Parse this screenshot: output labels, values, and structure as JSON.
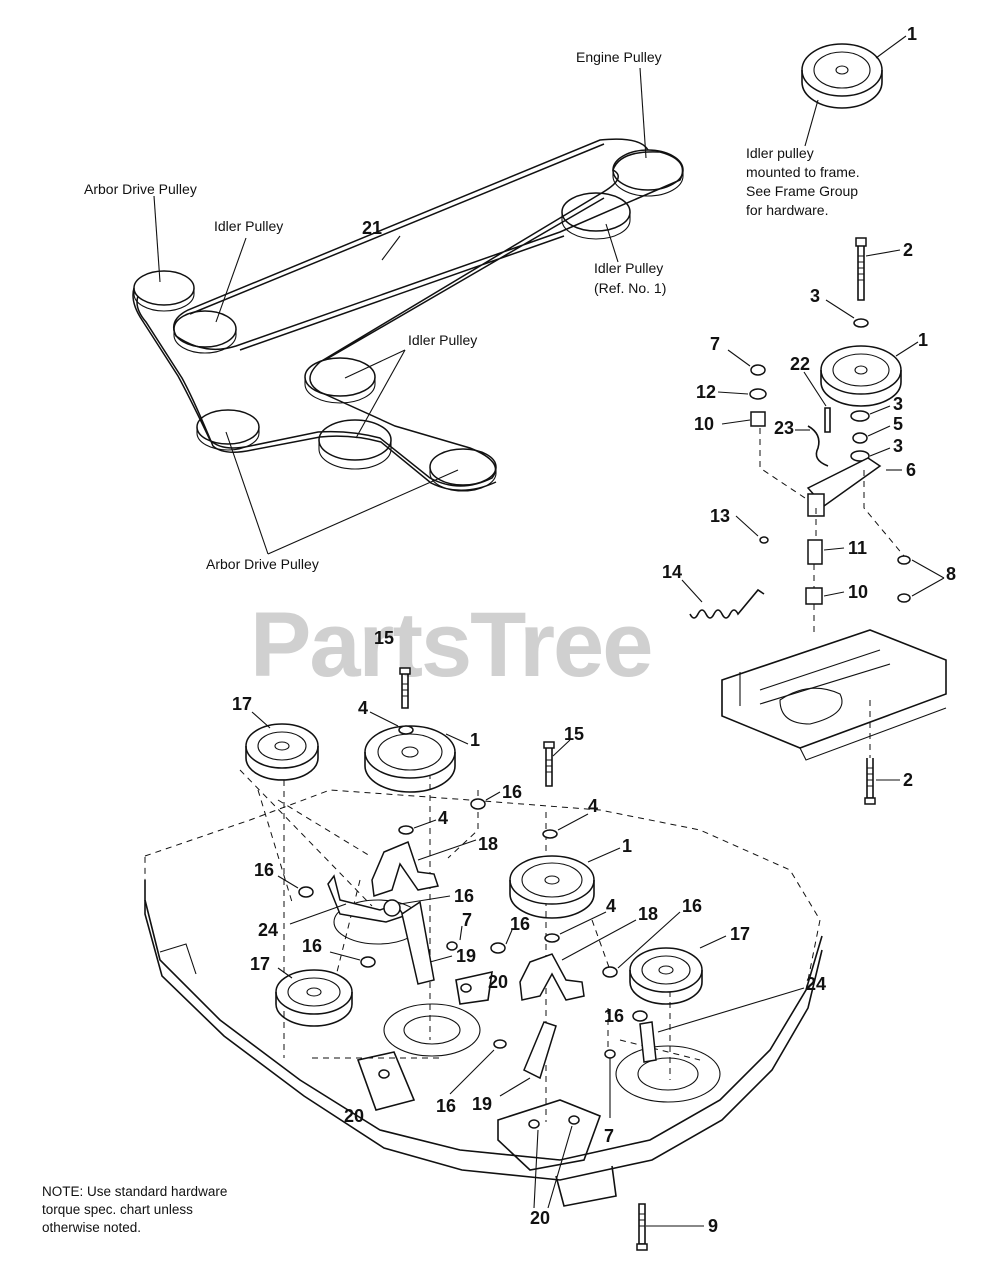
{
  "belt_labels": {
    "engine_pulley": "Engine Pulley",
    "arbor_drive_pulley_top": "Arbor Drive Pulley",
    "idler_pulley_left": "Idler Pulley",
    "belt_ref": "21",
    "idler_pulley_ref1_line1": "Idler Pulley",
    "idler_pulley_ref1_line2": "(Ref. No. 1)",
    "idler_pulley_mid": "Idler Pulley",
    "arbor_drive_pulley_bottom": "Arbor Drive Pulley"
  },
  "idler_note": {
    "line1": "Idler pulley",
    "line2": "mounted to frame.",
    "line3": "See Frame Group",
    "line4": "for hardware."
  },
  "watermark": "PartsTree",
  "note": {
    "line1": "NOTE: Use standard hardware",
    "line2": "torque spec. chart unless",
    "line3": "otherwise noted."
  },
  "callouts": {
    "c1_top": "1",
    "c2_top": "2",
    "c3_a": "3",
    "c7_a": "7",
    "c22": "22",
    "c1_b": "1",
    "c12": "12",
    "c10_a": "10",
    "c23": "23",
    "c3_b": "3",
    "c5": "5",
    "c3_c": "3",
    "c6": "6",
    "c13": "13",
    "c11": "11",
    "c14": "14",
    "c10_b": "10",
    "c8": "8",
    "c2_b": "2",
    "c15_a": "15",
    "c17_a": "17",
    "c4_a": "4",
    "c1_c": "1",
    "c15_b": "15",
    "c16_a": "16",
    "c4_b": "4",
    "c18_a": "18",
    "c1_d": "1",
    "c16_b": "16",
    "c16_c": "16",
    "c24_a": "24",
    "c7_b": "7",
    "c16_d": "16",
    "c4_c": "4",
    "c18_b": "18",
    "c16_e": "16",
    "c16_f": "16",
    "c19_a": "19",
    "c17_b": "17",
    "c20_a": "20",
    "c17_c": "17",
    "c24_b": "24",
    "c16_g": "16",
    "c20_b": "20",
    "c16_h": "16",
    "c19_b": "19",
    "c7_c": "7",
    "c20_c": "20",
    "c9": "9"
  }
}
